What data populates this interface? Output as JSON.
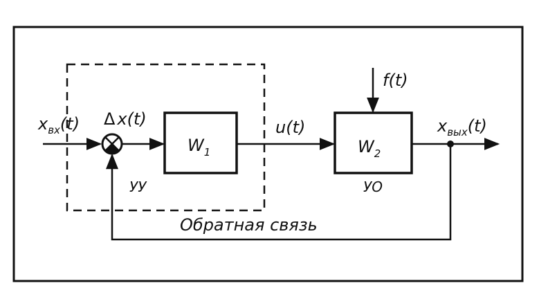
{
  "diagram": {
    "input": {
      "main": "x",
      "sub": "вх",
      "arg": "(t)"
    },
    "error": {
      "delta": "Δ",
      "text": "x(t)"
    },
    "block1": {
      "main": "W",
      "sub": "1"
    },
    "control_signal": "u(t)",
    "block2": {
      "main": "W",
      "sub": "2"
    },
    "disturbance": "f(t)",
    "output": {
      "main": "x",
      "sub": "вых",
      "arg": "(t)"
    },
    "controller_label": "УУ",
    "plant_label": "УО",
    "feedback_label": "Обратная связь"
  },
  "colors": {
    "line": "#111111",
    "background": "#ffffff"
  }
}
